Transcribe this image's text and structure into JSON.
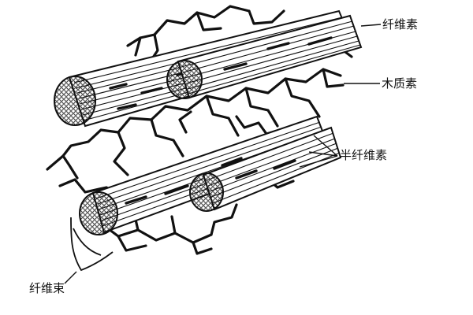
{
  "labels": {
    "cellulose": "纤维素",
    "lignin": "木质素",
    "hemicellulose": "半纤维素",
    "fiber_bundle": "纤维束"
  },
  "colors": {
    "ink": "#111111",
    "background": "#ffffff"
  }
}
